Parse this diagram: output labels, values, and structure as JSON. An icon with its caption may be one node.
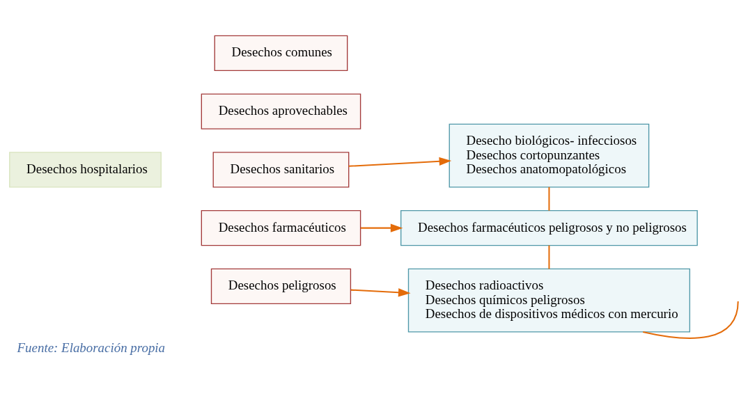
{
  "diagram": {
    "caption": "Fuente: Elaboración propia",
    "nodes": [
      {
        "text": [
          "Desechos hospitalarios"
        ]
      },
      {
        "text": [
          "Desechos comunes"
        ]
      },
      {
        "text": [
          "Desechos aprovechables"
        ]
      },
      {
        "text": [
          "Desechos sanitarios"
        ]
      },
      {
        "text": [
          "Desechos farmacéuticos"
        ]
      },
      {
        "text": [
          "Desechos peligrosos"
        ]
      },
      {
        "text": [
          "Desecho biológicos- infecciosos",
          "Desechos cortopunzantes",
          "Desechos anatomopatológicos"
        ]
      },
      {
        "text": [
          "Desechos farmacéuticos peligrosos y no peligrosos"
        ]
      },
      {
        "text": [
          "Desechos radioactivos",
          "Desechos químicos peligrosos",
          "Desechos de dispositivos médicos con mercurio"
        ]
      }
    ],
    "edges": [
      {
        "from": 3,
        "to": 6,
        "arrow": "to"
      },
      {
        "from": 4,
        "to": 7,
        "arrow": "to"
      },
      {
        "from": 5,
        "to": 8,
        "arrow": "to"
      },
      {
        "from": 6,
        "to": 7,
        "arrow": "none"
      },
      {
        "from": 7,
        "to": 8,
        "arrow": "none"
      },
      {
        "from": 8,
        "to": null,
        "arrow": "none"
      }
    ]
  }
}
